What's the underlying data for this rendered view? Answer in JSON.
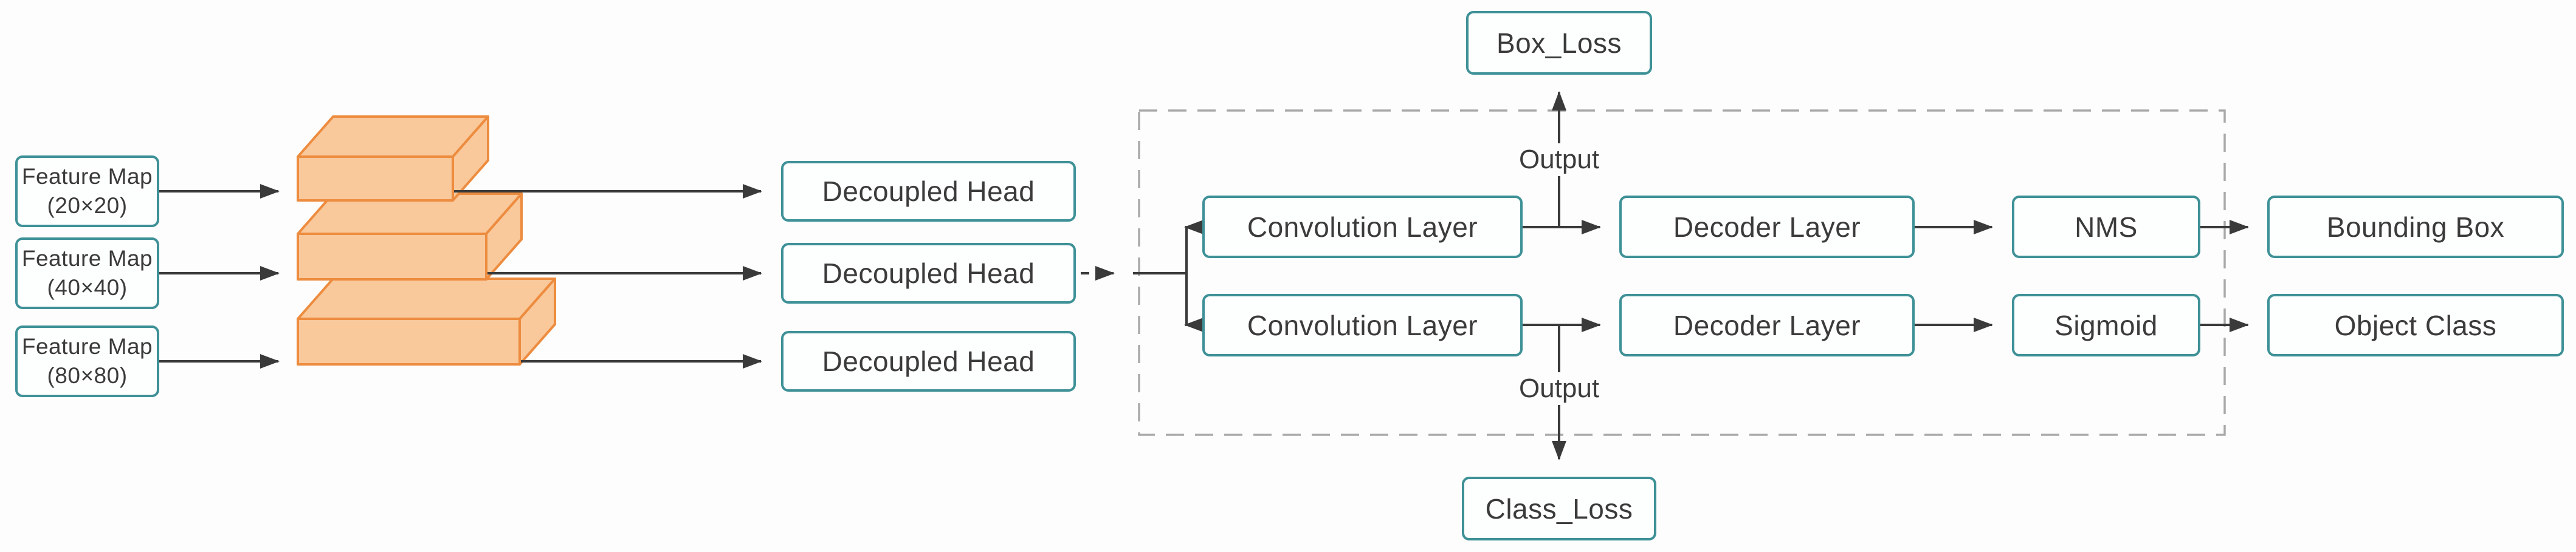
{
  "diagram": {
    "feature_maps": [
      {
        "name": "Feature Map",
        "size": "(20×20)"
      },
      {
        "name": "Feature Map",
        "size": "(40×40)"
      },
      {
        "name": "Feature Map",
        "size": "(80×80)"
      }
    ],
    "decoupled_heads": [
      {
        "label": "Decoupled Head"
      },
      {
        "label": "Decoupled Head"
      },
      {
        "label": "Decoupled Head"
      }
    ],
    "box_branch": {
      "conv": "Convolution Layer",
      "decoder": "Decoder Layer",
      "post": "NMS",
      "result": "Bounding Box",
      "output": "Output",
      "loss": "Box_Loss"
    },
    "class_branch": {
      "conv": "Convolution Layer",
      "decoder": "Decoder Layer",
      "post": "Sigmoid",
      "result": "Object Class",
      "output": "Output",
      "loss": "Class_Loss"
    },
    "colors": {
      "box_border": "#3E9197",
      "box_fill": "#FDFEFE",
      "text": "#3B3B3B",
      "arrow": "#3A3A3A",
      "dashed_border": "#A9A9A9",
      "slab_fill": "#F9C89B",
      "slab_stroke": "#ED8C3F"
    }
  }
}
